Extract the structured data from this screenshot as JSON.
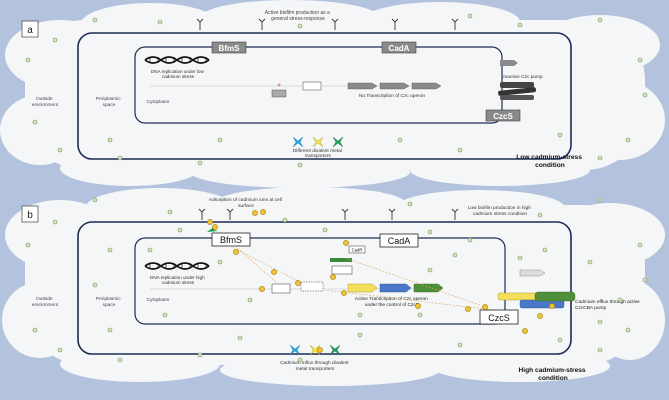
{
  "panel_a": {
    "letter": "a",
    "top_note": [
      "Active biofilm production as a",
      "general stress-response"
    ],
    "bfms": "BfmS",
    "cada": "CadA",
    "czcs": "CzcS",
    "dna_label": [
      "DNA replication under low",
      "cadmium stress"
    ],
    "no_transcription": "No Transcription of Czc operon",
    "inactive_pump": "Inactive Czc pump",
    "outside": [
      "Outside",
      "environment"
    ],
    "periplasmic": [
      "Periplasmic",
      "space"
    ],
    "cytoplasm": "Cytoplasm",
    "transporters": [
      "Different divalent metal",
      "transporters"
    ],
    "condition": [
      "Low cadmium-stress",
      "condition"
    ]
  },
  "panel_b": {
    "letter": "b",
    "adsorption": [
      "Adsorption of cadmium ions at cell",
      "surface"
    ],
    "low_biofilm": [
      "Low biofilm production in high",
      "cadmium stress condition"
    ],
    "bfms": "BfmS",
    "cada": "CadA",
    "cadr": "CadR",
    "czcs": "CzcS",
    "dna_label": [
      "DNA replication under high",
      "cadmium stress"
    ],
    "active_transcription": [
      "Active Transcription of Czc operon",
      "under the control of CzcR"
    ],
    "efflux": [
      "Cadmium efflux through active",
      "CzcCBA pump"
    ],
    "outside": [
      "Outside",
      "environment"
    ],
    "periplasmic": [
      "Periplasmic",
      "space"
    ],
    "cytoplasm": "Cytoplasm",
    "influx": [
      "Cadmium influx through divalent",
      "metal transporters"
    ],
    "condition": [
      "High cadmium-stress",
      "condition"
    ]
  },
  "colors": {
    "background": "#b3c3de",
    "cloud": "#f5f6f8",
    "membrane": "#1c2c55",
    "gray_box": "#8a8a8a",
    "cadmium_yellow": "#f2c230",
    "ion_green": "#8fba78",
    "czc_blue": "#4a78c8",
    "czc_green": "#4f8f3a",
    "czc_yellow": "#f2df5c"
  }
}
